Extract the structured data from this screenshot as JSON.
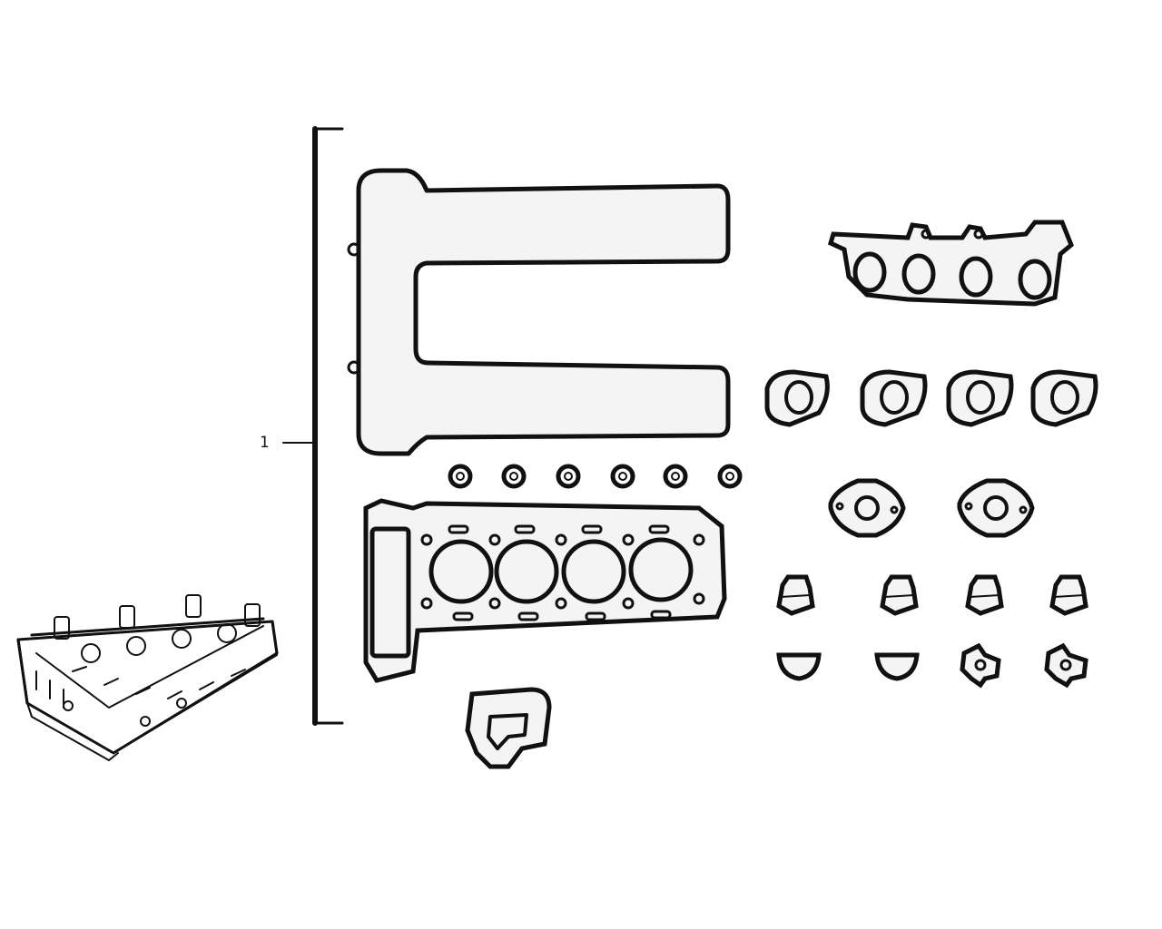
{
  "callout": {
    "label": "1"
  },
  "colors": {
    "ink": "#111111",
    "paper": "#ffffff"
  },
  "parts": {
    "cylinder_head": {
      "icon": "cylinder-head-assembly-icon"
    },
    "rocker_cover_gasket": {
      "icon": "rocker-cover-gasket-icon"
    },
    "head_gasket": {
      "icon": "cylinder-head-gasket-icon"
    },
    "manifold_gasket": {
      "icon": "manifold-gasket-icon"
    },
    "port_gaskets": {
      "count": 4,
      "icon": "port-gasket-icon"
    },
    "small_flange_gaskets": {
      "count": 2,
      "icon": "flange-gasket-icon"
    },
    "spark_plug_seals": {
      "count": 6,
      "icon": "seal-ring-icon"
    },
    "valve_stem_seals": {
      "count": 4,
      "icon": "valve-stem-seal-icon"
    },
    "half_moon_seals": {
      "count": 2,
      "icon": "half-moon-seal-icon"
    },
    "clip_gaskets": {
      "count": 2,
      "icon": "clip-gasket-icon"
    },
    "water_outlet_gasket": {
      "icon": "water-outlet-gasket-icon"
    }
  }
}
